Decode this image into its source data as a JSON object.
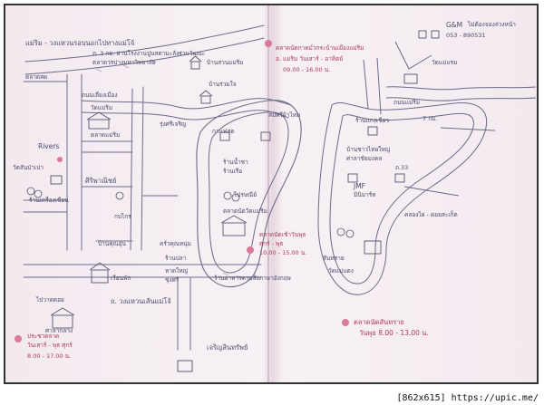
{
  "labels": {
    "top_road": "แม่ริม - วงแหวนรอบนอกไปทางแม่โจ้",
    "road_upper": "ถ. 3 กม. ผ่านโรงงานปูนสตามะลังร่วมวัฒนะ",
    "road_upper2": "ตลาดวรปางมหาวิทยาลัย",
    "ban_suan": "บ้านสวนแม่ริม",
    "ban_ruam": "บ้านร่วมใจ",
    "market_left": "ตลาดสด",
    "road_left": "ถนนเลี่ยงเมือง",
    "temple": "วัดแม่ริม",
    "market_mae_rim": "ตลาดแม่ริม",
    "rivers": "Rivers",
    "wat_san": "วัดสันป่าเปา",
    "sipan": "ศิริพาณิชย์",
    "lake": "ร้านเครื่องเขียน",
    "rung_sri": "รุ่งศรีเจริญ",
    "kop_krai": "กบไกร",
    "ban_kun": "บ้านคุณอุ่น",
    "khrua_kun": "ครัวคุณหนุ่ม",
    "fish_shop": "ร้านปลา",
    "mueang": "เรือนพัก",
    "hatyai": "หาดใหญ่",
    "jungsri": "ชุงศรี",
    "road_bottom": "ถ. วงแหวนเส้นแม่โจ้",
    "go_do": "ไปวาดดอย",
    "sala": "ศาลากลาง",
    "left_market": "ประชาตลาด",
    "left_day": "วันเสาร์ - พุธ ศุกร์",
    "left_time": "8.00 - 17.00 น.",
    "jaroen": "เจริญสินทรัพย์",
    "center_market": "ตลาดนัดกาดมั่วกระบ้านเมืองแม่ริม",
    "center_days": "อ. แม่ริม วันเสาร์ - อาทิตย์",
    "center_time": "09.00 - 16.00 น.",
    "somsri": "สมศรีผ้าไหม",
    "kampa": "กาแฟสด",
    "tea": "ร้านน้ำชา",
    "ruea": "ร้านเรือ",
    "post": "ไปรษณีย์",
    "kn_market": "ตลาดนัดเช้าวันพุธ",
    "kn_days": "ศุกร์ - พุธ",
    "kn_time": "10.00 - 15.00 น.",
    "mae_rim_market": "ตลาดนัดวัดแม่ริม",
    "eng_road": "ร้านอาหารตามสั่งภาษาอังกฤษ",
    "gm": "G&M",
    "gm_tel": "053 - 890531",
    "gm_sub": "ไม่ต้องจองล่วงหน้า",
    "wat_right": "วัดแม่แรม",
    "rd_right": "ถนนแม่ริม",
    "kilo": "7 กม.",
    "road_33": "ถ.33",
    "lodge": "ร้านแกงเขียว",
    "bang": "บ้านชาวไทยใหญ่",
    "chai": "ศาลาชัยมงคล",
    "jmf": "JMF",
    "jmf_sub": "มินิมาร์ท",
    "khlong": "คลองไผ่ - ดอยสะเก็ด",
    "sanpatong": "สันทราย",
    "temple_r": "วัดแม่แตง",
    "right_market": "ตลาดนัดสันทราย",
    "right_days": "วันพุธ 8.00 - 13.00 น.",
    "credit": "[862x615] https://upic.me/"
  }
}
